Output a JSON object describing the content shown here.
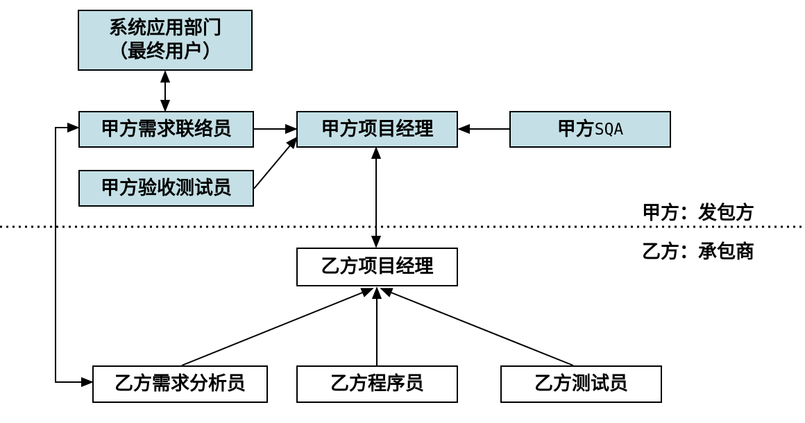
{
  "boxes": {
    "end_users": {
      "line1": "系统应用部门",
      "line2": "（最终用户）"
    },
    "client_req_liaison": "甲方需求联络员",
    "client_acceptance_tester": "甲方验收测试员",
    "client_pm": "甲方项目经理",
    "client_sqa": {
      "prefix": "甲方",
      "suffix": "SQA"
    },
    "vendor_pm": "乙方项目经理",
    "vendor_req_analyst": "乙方需求分析员",
    "vendor_programmer": "乙方程序员",
    "vendor_tester": "乙方测试员"
  },
  "side_labels": {
    "client": "甲方：发包方",
    "vendor": "乙方：承包商"
  },
  "colors": {
    "client_fill": "#c4e0e6",
    "vendor_fill": "#ffffff",
    "line": "#000000"
  }
}
